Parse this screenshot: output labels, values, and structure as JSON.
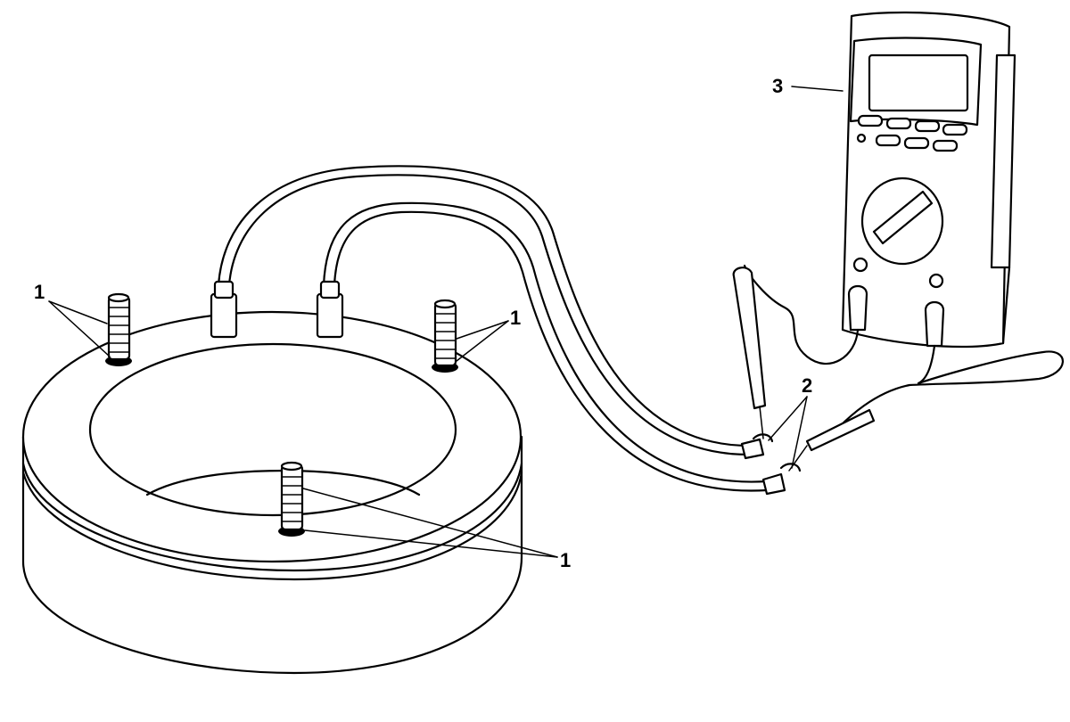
{
  "callouts": {
    "c1_left": "1",
    "c1_right": "1",
    "c1_bottom": "1",
    "c2": "2",
    "c3": "3"
  },
  "icons": {
    "coil": "field-coil-ring-icon",
    "stud": "mounting-stud-icon",
    "meter": "digital-multimeter-icon",
    "probe": "test-probe-icon",
    "wire": "coil-lead-wire-icon"
  },
  "colors": {
    "line": "#000000",
    "background": "#ffffff"
  }
}
